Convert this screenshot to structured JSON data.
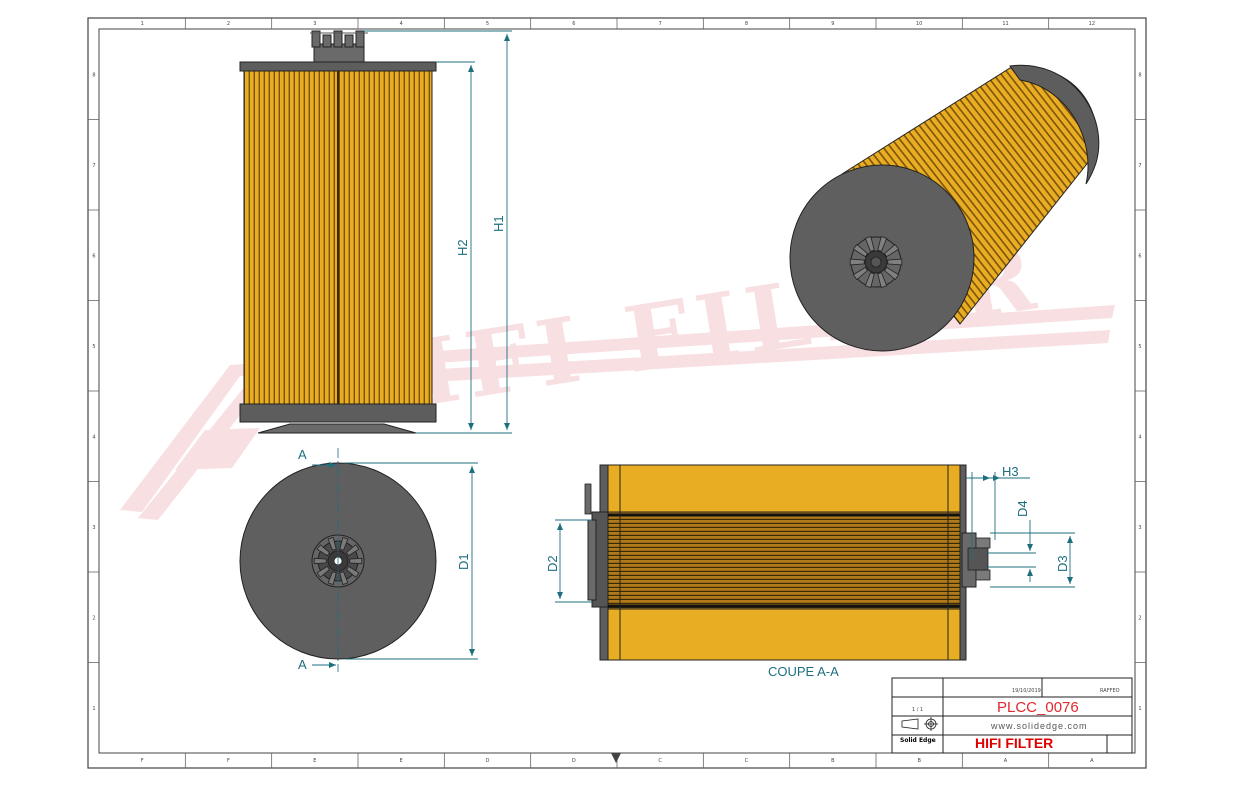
{
  "drawing": {
    "dimensions": {
      "h1": "H1",
      "h2": "H2",
      "h3": "H3",
      "d1": "D1",
      "d2": "D2",
      "d3": "D3",
      "d4": "D4"
    },
    "section_marker": "A",
    "section_caption": "COUPE A-A",
    "watermark": "HIFI FILTER"
  },
  "frame": {
    "col_letters": [
      "F",
      "E",
      "D",
      "C",
      "B",
      "A"
    ],
    "top_numbers": [
      "1",
      "2",
      "3",
      "4",
      "5",
      "6",
      "7",
      "8",
      "9",
      "10",
      "11",
      "12"
    ],
    "row_numbers": [
      "8",
      "7",
      "6",
      "5",
      "4",
      "3",
      "2",
      "1"
    ]
  },
  "title_block": {
    "date": "19/10/2019",
    "author": "RAFFEO",
    "scale": "1 / 1",
    "part_number": "PLCC_0076",
    "website": "www.solidedge.com",
    "software": "Solid Edge",
    "company": "HIFI FILTER"
  },
  "colors": {
    "line": "#1d6f80",
    "media": "#e8ad23",
    "media_dark": "#7a5208",
    "cap": "#5d5d5d",
    "part_number": "#e0282e",
    "company": "#e00000",
    "watermark": "#f3c5cb"
  }
}
